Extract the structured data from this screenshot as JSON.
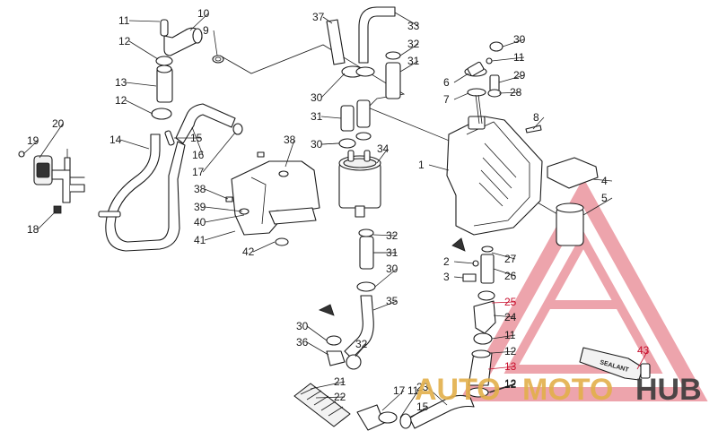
{
  "diagram": {
    "callouts": [
      "1",
      "2",
      "3",
      "4",
      "5",
      "6",
      "7",
      "8",
      "9",
      "10",
      "11",
      "11",
      "11",
      "11",
      "12",
      "12",
      "12",
      "12",
      "12",
      "13",
      "13",
      "14",
      "15",
      "15",
      "16",
      "17",
      "17",
      "18",
      "19",
      "20",
      "21",
      "22",
      "23",
      "24",
      "25",
      "26",
      "27",
      "28",
      "29",
      "30",
      "30",
      "30",
      "30",
      "30",
      "31",
      "31",
      "31",
      "31",
      "32",
      "32",
      "32",
      "32",
      "33",
      "34",
      "35",
      "36",
      "37",
      "38",
      "38",
      "39",
      "40",
      "41",
      "42",
      "43"
    ],
    "sealant_label": "SEALANT"
  },
  "watermark": {
    "part1": "AUTO",
    "part2": "MOTO",
    "part3": "HUB",
    "color_red": "#c8102e",
    "color_gold": "#e3b04b",
    "color_dark": "#3a3a3a"
  }
}
